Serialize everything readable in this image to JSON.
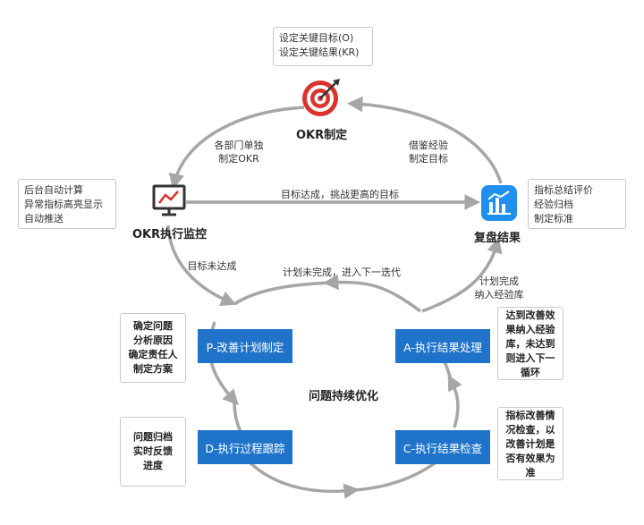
{
  "nodes": {
    "okr_define": "OKR制定",
    "okr_monitor": "OKR执行监控",
    "review": "复盘结果",
    "center": "问题持续优化"
  },
  "notes": {
    "top": [
      "设定关键目标(O)",
      "设定关键结果(KR)"
    ],
    "left": [
      "后台自动计算",
      "异常指标高亮显示",
      "自动推送"
    ],
    "right": [
      "指标总结评价",
      "经验归档",
      "制定标准"
    ],
    "p_side": [
      "确定问题",
      "分析原因",
      "确定责任人",
      "制定方案"
    ],
    "d_side": [
      "问题归档",
      "实时反馈",
      "进度"
    ],
    "a_side": [
      "达到改善效",
      "果纳入经验",
      "库，未达到",
      "则进入下一",
      "循环"
    ],
    "c_side": [
      "指标改善情",
      "况检查，以",
      "改善计划是",
      "否有效果为",
      "准"
    ]
  },
  "arrows": {
    "dept_define": [
      "各部门单独",
      "制定OKR"
    ],
    "borrow": [
      "借鉴经验",
      "制定目标"
    ],
    "goal_reached": "目标达成，挑战更高的目标",
    "goal_not_reached": "目标未达成",
    "plan_unfinished": "计划未完成，进入下一迭代",
    "plan_done": [
      "计划完成",
      "纳入经验库"
    ]
  },
  "cycle": {
    "p": "P-改善计划制定",
    "d": "D-执行过程跟踪",
    "c": "C-执行结果检查",
    "a": "A-执行结果处理"
  },
  "colors": {
    "accent": "#1f74c9",
    "target_red": "#d9332b",
    "line_gray": "#a6a6a6",
    "review_blue": "#1f8ff0"
  }
}
